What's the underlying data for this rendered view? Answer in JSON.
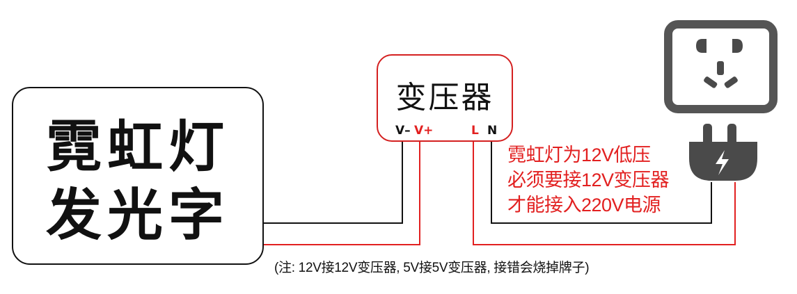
{
  "neon_sign": {
    "line1": "霓虹灯",
    "line2": "发光字"
  },
  "transformer": {
    "title": "变压器",
    "terminals": {
      "v_minus": "V–",
      "v_plus": "V+",
      "l": "L",
      "n": "N"
    }
  },
  "warning": {
    "lines": [
      "霓虹灯为12V低压",
      "必须要接12V变压器",
      "才能接入220V电源"
    ]
  },
  "note": "(注: 12V接12V变压器, 5V接5V变压器, 接错会烧掉牌子)",
  "icons": {
    "socket": "power-socket-icon",
    "plug": "power-plug-icon"
  },
  "colors": {
    "wire_black": "#111111",
    "wire_red": "#e22020",
    "icon_gray": "#4a4a4a",
    "socket_gray": "#555555"
  }
}
